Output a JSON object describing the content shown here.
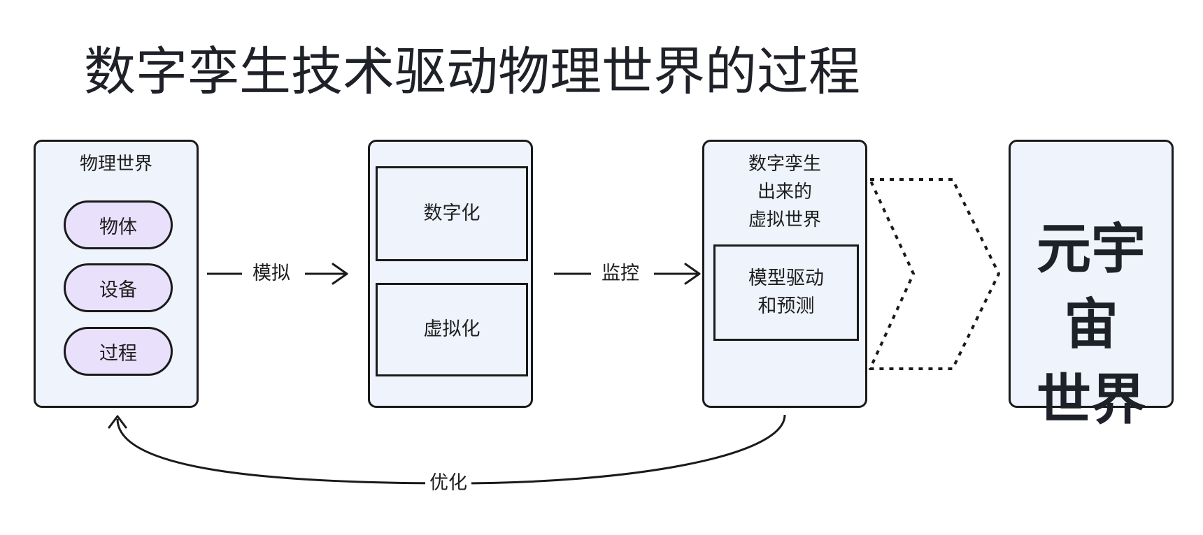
{
  "title": "数字孪生技术驱动物理世界的过程",
  "nodes": {
    "physical_world": {
      "label": "物理世界",
      "items": [
        "物体",
        "设备",
        "过程"
      ]
    },
    "process_stage": {
      "items": [
        "数字化",
        "虚拟化"
      ]
    },
    "twin_world": {
      "label": "数字孪生\n出来的\n虚拟世界",
      "inner": "模型驱动\n和预测"
    },
    "metaverse": {
      "label": "元宇宙\n世界"
    }
  },
  "edges": {
    "simulate": "模拟",
    "monitor": "监控",
    "optimize": "优化"
  }
}
